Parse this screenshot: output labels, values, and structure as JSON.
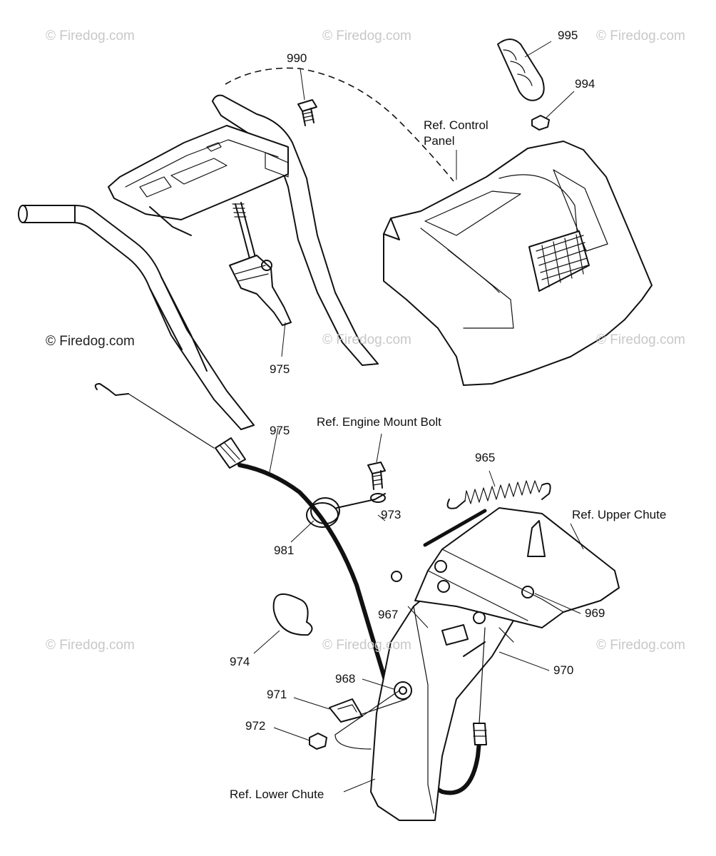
{
  "watermarks": {
    "w1": "© Firedog.com",
    "w2": "© Firedog.com",
    "w3": "© Firedog.com",
    "w4": "© Firedog.com",
    "w5": "© Firedog.com",
    "w6": "© Firedog.com",
    "w7": "© Firedog.com",
    "w8": "© Firedog.com",
    "w9": "© Firedog.com"
  },
  "labels": {
    "p990": "990",
    "p995": "995",
    "p994": "994",
    "ref_control_panel_1": "Ref. Control",
    "ref_control_panel_2": "Panel",
    "p975_top": "975",
    "p975_cable": "975",
    "ref_engine_mount_bolt": "Ref. Engine Mount Bolt",
    "p965": "965",
    "ref_upper_chute": "Ref. Upper Chute",
    "p973": "973",
    "p981": "981",
    "p967": "967",
    "p969": "969",
    "p974": "974",
    "p968": "968",
    "p970": "970",
    "p971": "971",
    "p972": "972",
    "ref_lower_chute": "Ref. Lower Chute"
  }
}
